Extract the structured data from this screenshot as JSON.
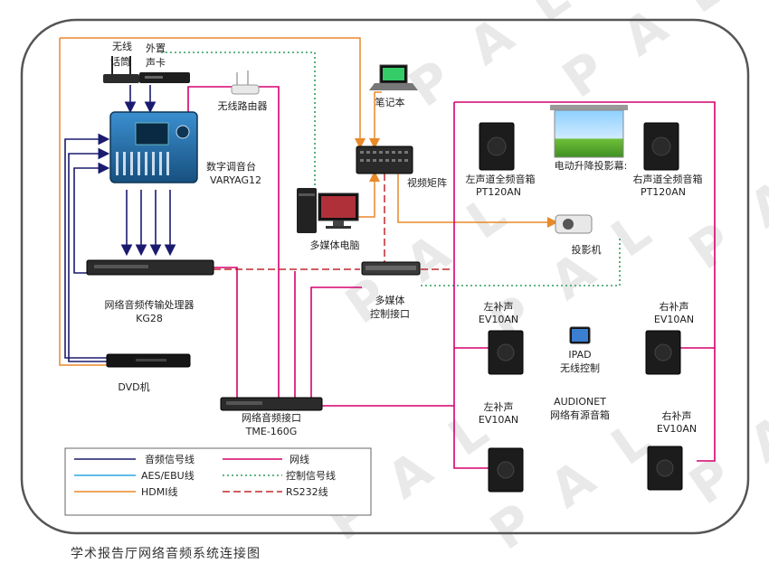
{
  "watermark": "P A L",
  "caption": "学术报告厅网络音频系统连接图",
  "devices": {
    "wireless_mic": [
      "无线",
      "话筒"
    ],
    "ext_soundcard": [
      "外置",
      "声卡"
    ],
    "router": "无线路由器",
    "laptop": "笔记本",
    "mixer": [
      "数字调音台",
      "VARYAG12"
    ],
    "matrix": "视频矩阵",
    "pc": "多媒体电脑",
    "left_speaker": [
      "左声道全频音箱",
      "PT120AN"
    ],
    "screen": "电动升降投影幕:",
    "right_speaker": [
      "右声道全频音箱",
      "PT120AN"
    ],
    "projector": "投影机",
    "processor": [
      "网络音频传输处理器",
      "KG28"
    ],
    "control": [
      "多媒体",
      "控制接口"
    ],
    "dvd": "DVD机",
    "interface": [
      "网络音频接口",
      "TME-160G"
    ],
    "left_fill_1": [
      "左补声",
      "EV10AN"
    ],
    "right_fill_1": [
      "右补声",
      "EV10AN"
    ],
    "left_fill_2": [
      "左补声",
      "EV10AN"
    ],
    "right_fill_2": [
      "右补声",
      "EV10AN"
    ],
    "ipad": [
      "IPAD",
      "无线控制"
    ],
    "audionet": [
      "AUDIONET",
      "网络有源音箱"
    ]
  },
  "legend": {
    "audio": "音频信号线",
    "aes": "AES/EBU线",
    "hdmi": "HDMI线",
    "network": "网线",
    "control": "控制信号线",
    "rs232": "RS232线"
  },
  "colors": {
    "audio": "#1a1a6e",
    "aes": "#2aa7e0",
    "hdmi": "#e8892a",
    "network": "#d6006f",
    "control": "#2e9e5b",
    "rs232": "#c0282d",
    "frame": "#555555"
  }
}
